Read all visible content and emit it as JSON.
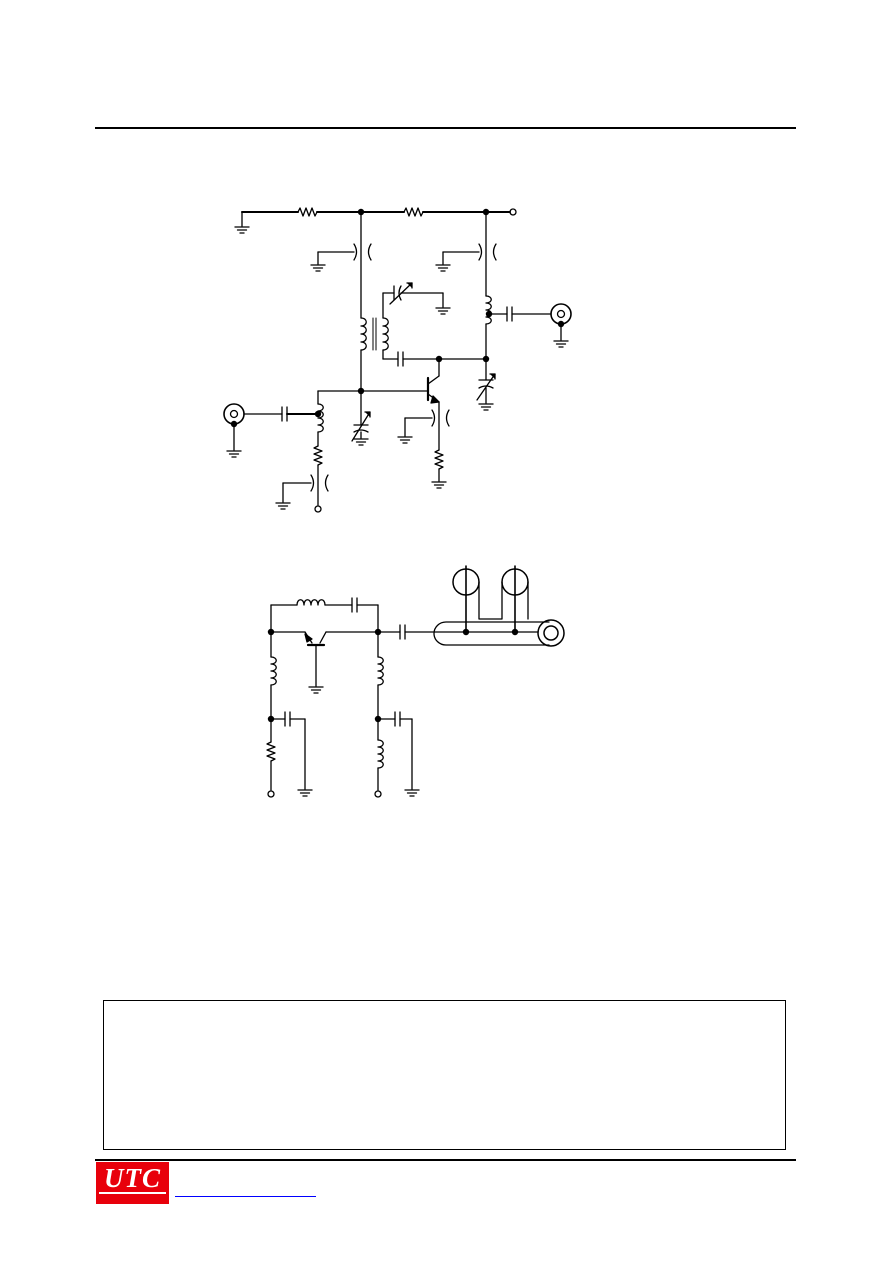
{
  "header": {},
  "figures": [
    {
      "id": "rf-amplifier-circuit"
    },
    {
      "id": "oscillator-circuit"
    }
  ],
  "notice": {
    "text": ""
  },
  "footer": {
    "logo_text": "UTC",
    "logo_color": "#e8000b",
    "link_text": "",
    "link_color": "#0000ff"
  }
}
